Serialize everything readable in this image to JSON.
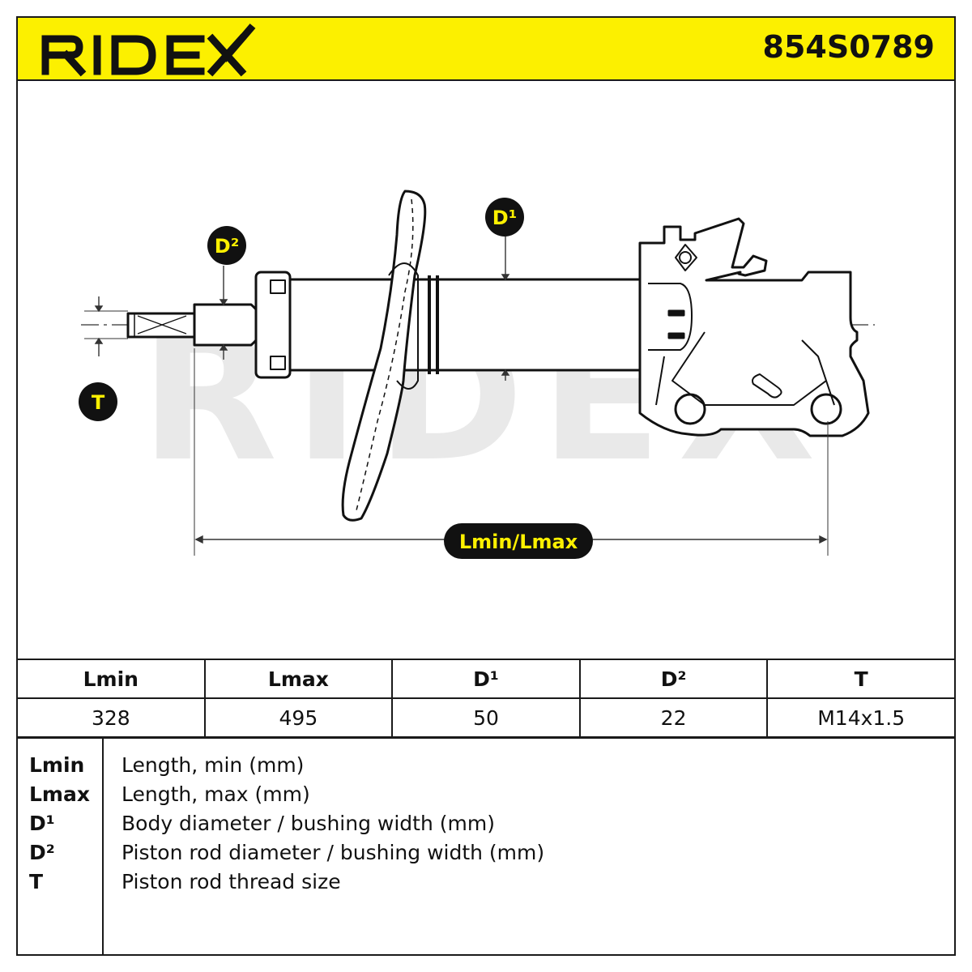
{
  "brand": {
    "logo_text": "RIDEX",
    "part_number": "854S0789",
    "header_color": "#fcf000"
  },
  "diagram": {
    "watermark": "RIDEX",
    "labels": {
      "d1": "D¹",
      "d2": "D²",
      "t": "T",
      "length": "Lmin/Lmax"
    }
  },
  "specs": {
    "headers": [
      "Lmin",
      "Lmax",
      "D¹",
      "D²",
      "T"
    ],
    "values": [
      "328",
      "495",
      "50",
      "22",
      "M14x1.5"
    ]
  },
  "legend": [
    {
      "key": "Lmin",
      "desc": "Length, min (mm)"
    },
    {
      "key": "Lmax",
      "desc": "Length, max (mm)"
    },
    {
      "key": "D¹",
      "desc": "Body diameter / bushing width (mm)"
    },
    {
      "key": "D²",
      "desc": "Piston rod diameter / bushing width (mm)"
    },
    {
      "key": "T",
      "desc": "Piston rod thread size"
    }
  ]
}
